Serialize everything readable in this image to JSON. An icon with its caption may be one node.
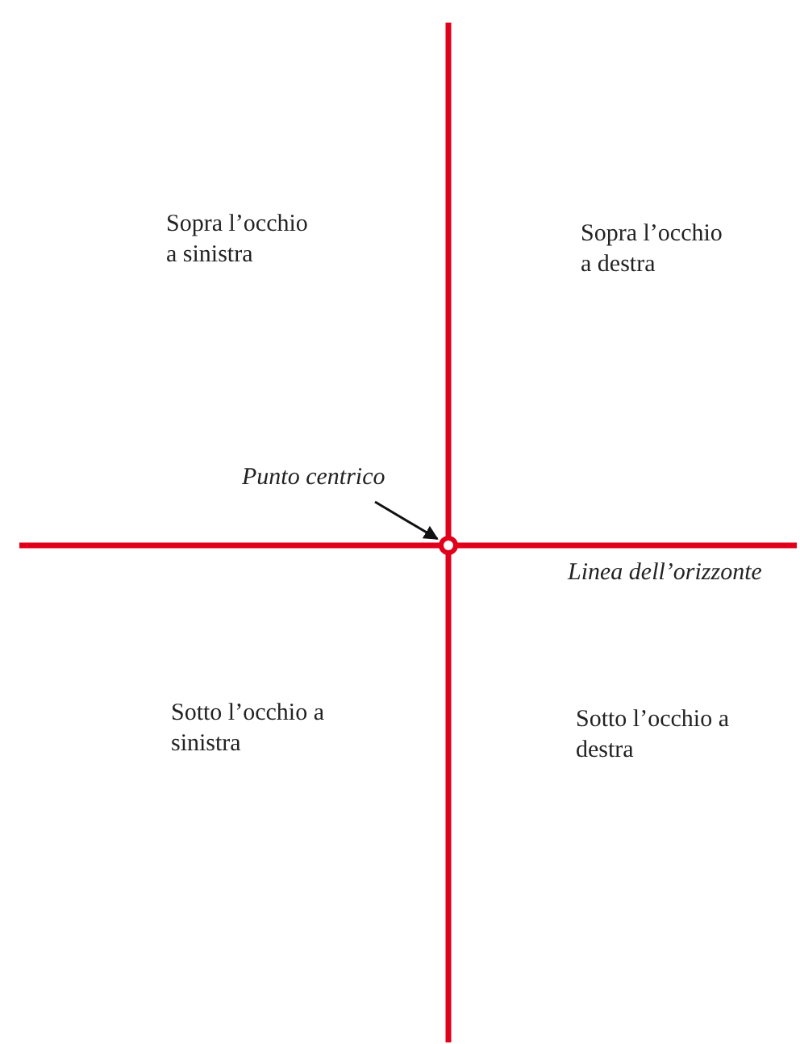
{
  "diagram": {
    "nodes": [
      {
        "text": [
          "Punto centrico"
        ]
      },
      {
        "text": [],
        "shape": "circle"
      }
    ],
    "edges": [
      {
        "from": 0,
        "to": 1,
        "arrow": "to"
      }
    ],
    "labels": [
      "Sopra l’occhio a sinistra",
      "Sopra l’occhio a destra",
      "Sotto l’occhio a sinistra",
      "Sotto l’occhio a destra",
      "Linea dell’orizzonte"
    ]
  }
}
